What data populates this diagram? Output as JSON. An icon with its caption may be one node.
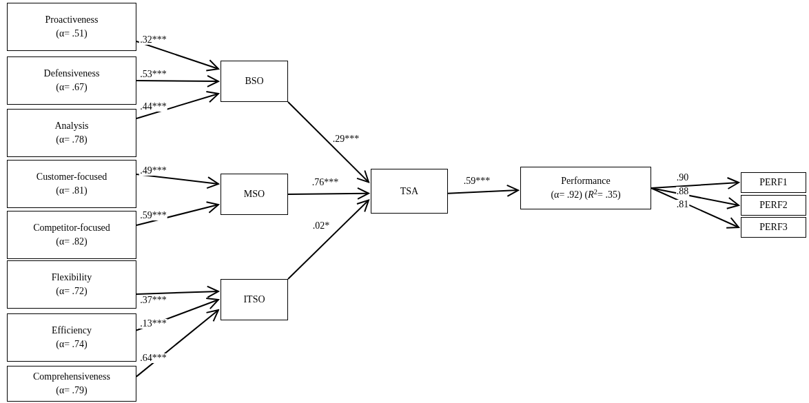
{
  "diagram": {
    "nodes": [
      {
        "text": [
          "Proactiveness",
          "(α= .51)"
        ]
      },
      {
        "text": [
          "Defensiveness",
          "(α= .67)"
        ]
      },
      {
        "text": [
          "Analysis",
          "(α= .78)"
        ]
      },
      {
        "text": [
          "Customer-focused",
          "(α= .81)"
        ]
      },
      {
        "text": [
          "Competitor-focused",
          "(α= .82)"
        ]
      },
      {
        "text": [
          "Flexibility",
          "(α= .72)"
        ]
      },
      {
        "text": [
          "Efficiency",
          "(α= .74)"
        ]
      },
      {
        "text": [
          "Comprehensiveness",
          "(α= .79)"
        ]
      },
      {
        "text": [
          "BSO"
        ]
      },
      {
        "text": [
          "MSO"
        ]
      },
      {
        "text": [
          "ITSO"
        ]
      },
      {
        "text": [
          "TSA"
        ]
      },
      {
        "text": [
          "Performance",
          "(α= .92) (*R*$^{2}$= .35)"
        ]
      },
      {
        "text": [
          "PERF1"
        ]
      },
      {
        "text": [
          "PERF2"
        ]
      },
      {
        "text": [
          "PERF3"
        ]
      }
    ],
    "edges": [
      {
        "from": 0,
        "to": 8,
        "arrow": "to",
        "label": ".32***"
      },
      {
        "from": 1,
        "to": 8,
        "arrow": "to",
        "label": ".53***"
      },
      {
        "from": 2,
        "to": 8,
        "arrow": "to",
        "label": ".44***"
      },
      {
        "from": 3,
        "to": 9,
        "arrow": "to",
        "label": ".49***"
      },
      {
        "from": 4,
        "to": 9,
        "arrow": "to",
        "label": ".59***"
      },
      {
        "from": 5,
        "to": 10,
        "arrow": "to",
        "label": ".37***"
      },
      {
        "from": 6,
        "to": 10,
        "arrow": "to",
        "label": ".13***"
      },
      {
        "from": 7,
        "to": 10,
        "arrow": "to",
        "label": ".64***"
      },
      {
        "from": 8,
        "to": 11,
        "arrow": "to",
        "label": ".29***"
      },
      {
        "from": 9,
        "to": 11,
        "arrow": "to",
        "label": ".76***"
      },
      {
        "from": 10,
        "to": 11,
        "arrow": "to",
        "label": ".02*"
      },
      {
        "from": 11,
        "to": 12,
        "arrow": "to",
        "label": ".59***"
      },
      {
        "from": 12,
        "to": 13,
        "arrow": "to",
        "label": ".90"
      },
      {
        "from": 12,
        "to": 14,
        "arrow": "to",
        "label": ".88"
      },
      {
        "from": 12,
        "to": 15,
        "arrow": "to",
        "label": ".81"
      }
    ]
  }
}
